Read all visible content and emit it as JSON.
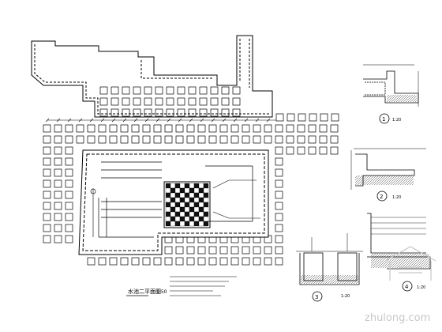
{
  "plan": {
    "title": "水池二平面图",
    "scale": "1:50"
  },
  "details": [
    {
      "number": "1",
      "scale": "1:20"
    },
    {
      "number": "2",
      "scale": "1:20"
    },
    {
      "number": "3",
      "scale": "1:20"
    },
    {
      "number": "4",
      "scale": "1:20"
    }
  ],
  "watermark": {
    "site": "zhulong.com"
  }
}
